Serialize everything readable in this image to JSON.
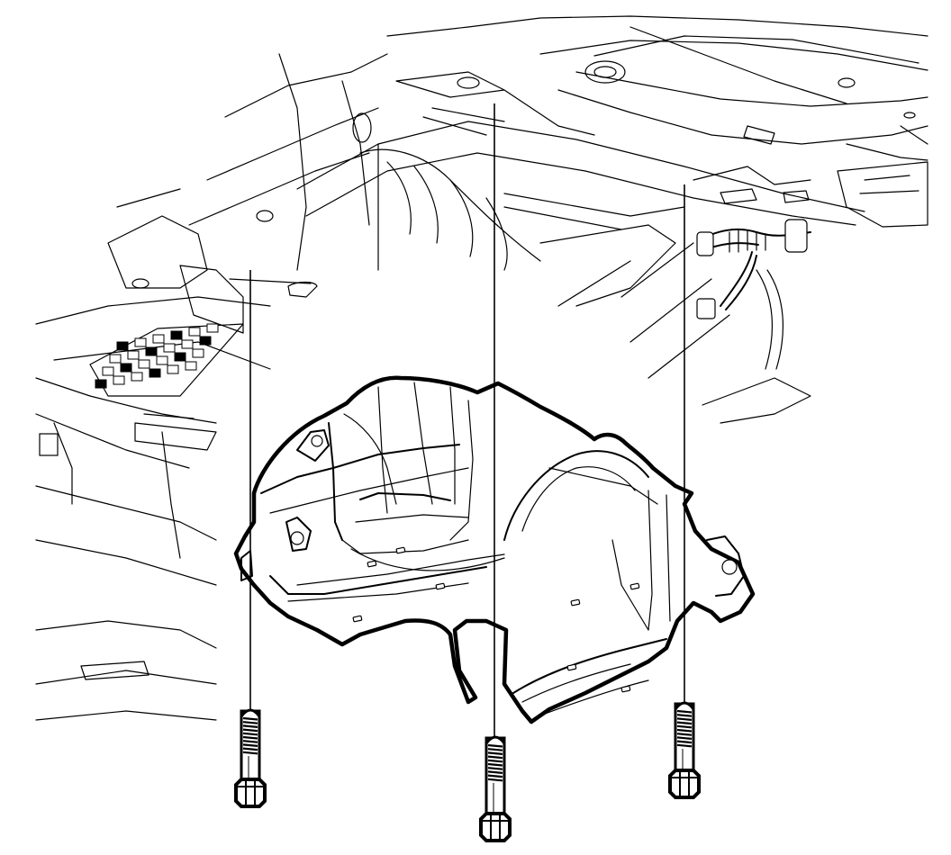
{
  "figure": {
    "type": "exploded-view line illustration",
    "colors": {
      "line": "#000000",
      "background": "#ffffff"
    },
    "parts": {
      "vehicle_underbody": {
        "visible": true
      },
      "tank_assembly": {
        "visible": true,
        "outline": "heavy"
      },
      "fasteners": {
        "count": 3,
        "kind": "hex-head bolt"
      },
      "guide_lines": {
        "count": 3
      }
    }
  }
}
